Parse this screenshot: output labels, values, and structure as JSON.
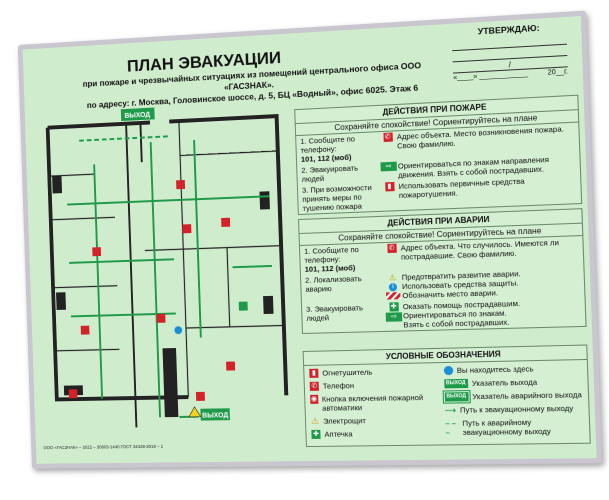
{
  "header": {
    "title": "ПЛАН ЭВАКУАЦИИ",
    "subtitle_line1": "при пожаре и чрезвычайных ситуациях из помещений центрального офиса ООО «ГАСЗНАК».",
    "subtitle_line2": "по адресу: г. Москва, Головинское шоссе, д. 5, БЦ «Водный», офис 6025. Этаж 6"
  },
  "approval": {
    "label": "УТВЕРЖДАЮ:",
    "slash": "/",
    "date_left": "«____» ____________",
    "date_right": "20__г."
  },
  "plan": {
    "exit_top": "ВЫХОД",
    "exit_bottom": "ВЫХОД",
    "footer": "ООО «ГАСЗНАК» – 2022 – 30603-1440 ГОСТ 34428-2018 – 1"
  },
  "fire": {
    "heading": "ДЕЙСТВИЯ ПРИ ПОЖАРЕ",
    "calm": "Сохраняйте спокойствие! Сориентируйтесь на плане",
    "steps": [
      {
        "left": "1. Сообщите по телефону:",
        "left_bold": "101, 112 (моб)",
        "right": "Адрес объекта. Место возникновения пожара. Свою фамилию."
      },
      {
        "left": "2. Эвакуировать людей",
        "left_bold": "",
        "right": "Ориентироваться по знакам направления движения. Взять с собой пострадавших."
      },
      {
        "left": "3. При возможности принять меры по тушению пожара",
        "left_bold": "",
        "right": "Использовать первичные средства пожаротушения."
      }
    ]
  },
  "accident": {
    "heading": "ДЕЙСТВИЯ ПРИ АВАРИИ",
    "calm": "Сохраняйте спокойствие! Сориентируйтесь на плане",
    "steps": [
      {
        "left": "1. Сообщите по телефону:",
        "left_bold": "101, 112 (моб)",
        "right": "Адрес объекта. Что случилось. Имеются ли пострадавшие. Свою фамилию."
      },
      {
        "left": "2. Локализовать аварию",
        "right1": "Предотвратить развитие аварии.",
        "right2": "Использовать средства защиты.",
        "right3": "Обозначить место аварии."
      },
      {
        "left": "3. Эвакуировать людей",
        "right1": "Оказать помощь пострадавшим.",
        "right2": "Ориентироваться по знакам.",
        "right3": "Взять с собой пострадавших."
      }
    ]
  },
  "legend": {
    "heading": "УСЛОВНЫЕ ОБОЗНАЧЕНИЯ",
    "left": [
      "Огнетушитель",
      "Телефон",
      "Кнопка включения пожарной автоматики",
      "Электрощит",
      "Аптечка"
    ],
    "right": [
      "Вы находитесь здесь",
      "Указатель выхода",
      "Указатель аварийного выхода",
      "Путь к эвакуационному выходу",
      "Путь к аварийному эвакуационному выходу"
    ],
    "exit_icon": "ВЫХОД"
  },
  "colors": {
    "sign": "#cfeccd",
    "green": "#1f9a4a",
    "red": "#d4212a",
    "blue": "#1a8fd6"
  }
}
